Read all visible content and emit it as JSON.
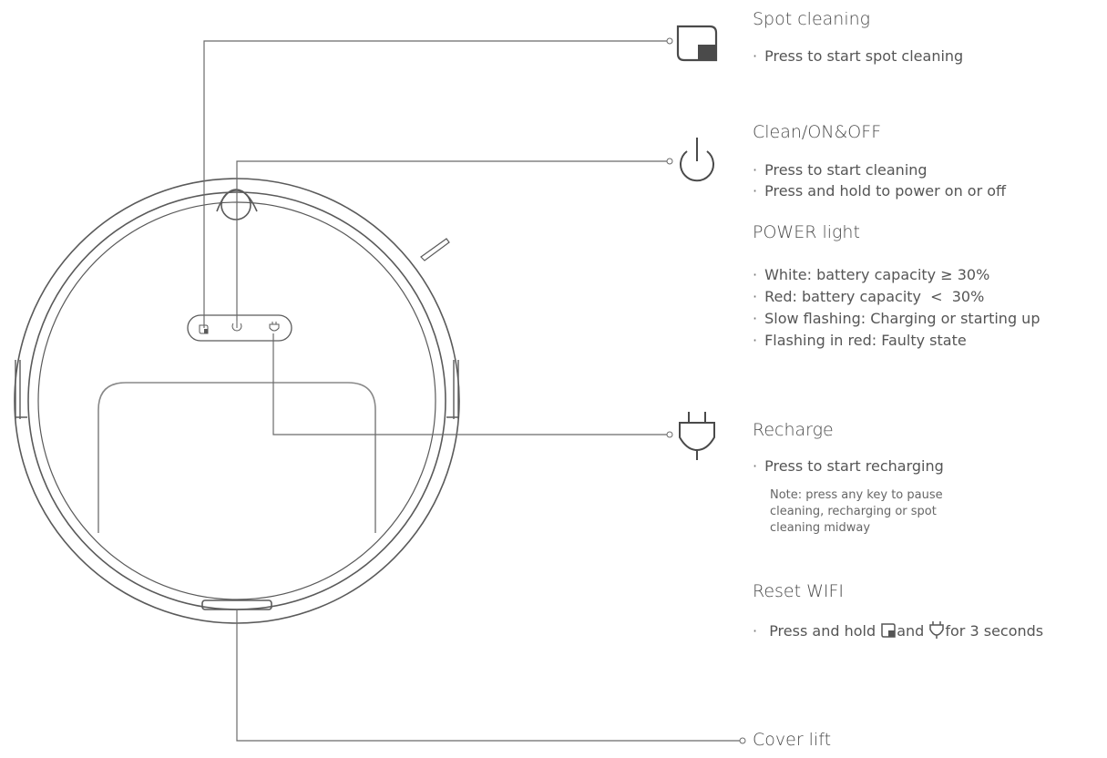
{
  "callouts": [
    {
      "icon": "spot-cleaning-icon",
      "title": "Spot cleaning",
      "bullets": [
        "Press to start spot cleaning"
      ]
    },
    {
      "icon": "power-icon",
      "title": "Clean/ON&OFF",
      "bullets": [
        "Press to start cleaning",
        "Press and hold to power on or off"
      ]
    },
    {
      "title": "POWER light",
      "bullets": [
        "White: battery capacity ≥ 30%",
        "Red: battery capacity  <  30%",
        "Slow flashing: Charging or starting up",
        "Flashing in red: Faulty state"
      ]
    },
    {
      "icon": "plug-icon",
      "title": "Recharge",
      "bullets": [
        "Press to start recharging"
      ],
      "note": "Note: press any key to pause cleaning, recharging or spot cleaning midway"
    },
    {
      "title": "Reset WIFI",
      "bullet_parts": [
        "Press and hold ",
        "and ",
        "for 3 seconds"
      ]
    },
    {
      "title": "Cover lift"
    }
  ]
}
